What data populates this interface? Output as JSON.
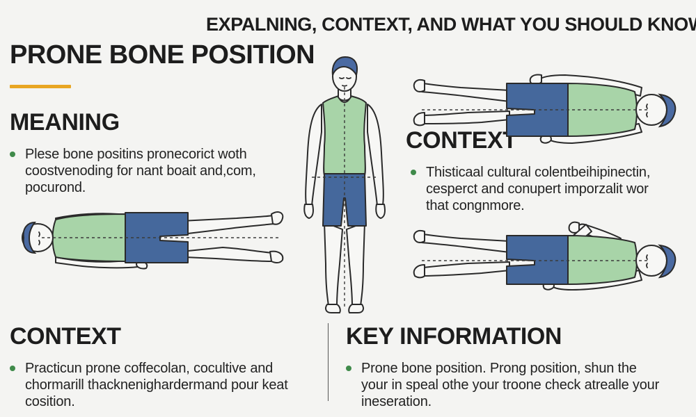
{
  "header": {
    "subtitle": "EXPALNING, CONTEXT, AND WHAT YOU SHOULD KNOW",
    "title": "PRONE BONE POSITION"
  },
  "colors": {
    "accent": "#e8a623",
    "bullet": "#3f8a4a",
    "shirt": "#a8d4a8",
    "shorts": "#45689c",
    "background": "#f4f4f2"
  },
  "sections": {
    "meaning": {
      "heading": "MEANING",
      "lines": [
        "Plese bone positins pronecorict woth",
        "coostvenoding for nant boait and,com,",
        "pocurond."
      ]
    },
    "context_right": {
      "heading": "CONTEXT",
      "lines": [
        "Thisticaal cultural colentbeihipinectin,",
        "cesperct and conupert imporzalit wor",
        "that congnmore."
      ]
    },
    "context_bottom": {
      "heading": "CONTEXT",
      "lines": [
        "Practicun prone coffecolan, cocultive and",
        "chormarill thacknenighardermand pour keat",
        "cosition."
      ]
    },
    "key_information": {
      "heading": "KEY INFORMATION",
      "lines": [
        "Prone bone position. Prong position, shun the",
        "your in speal othe your troone check atrealle your",
        "ineseration."
      ]
    }
  },
  "illustrations": {
    "standing_figure": "standing-person-illustration",
    "lying_left": "lying-person-illustration",
    "lying_top_right": "lying-person-illustration",
    "lying_bottom_right": "lying-person-illustration"
  }
}
